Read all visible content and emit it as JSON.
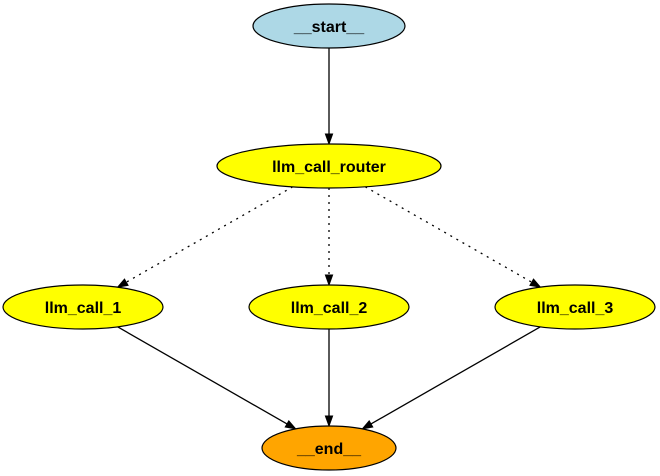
{
  "diagram": {
    "nodes": [
      {
        "id": "start",
        "label": "__start__",
        "fill": "#add8e6"
      },
      {
        "id": "router",
        "label": "llm_call_router",
        "fill": "#ffff00"
      },
      {
        "id": "call1",
        "label": "llm_call_1",
        "fill": "#ffff00"
      },
      {
        "id": "call2",
        "label": "llm_call_2",
        "fill": "#ffff00"
      },
      {
        "id": "call3",
        "label": "llm_call_3",
        "fill": "#ffff00"
      },
      {
        "id": "end",
        "label": "__end__",
        "fill": "#ffa500"
      }
    ],
    "edges": [
      {
        "from": "start",
        "to": "router",
        "style": "solid"
      },
      {
        "from": "router",
        "to": "call1",
        "style": "dotted"
      },
      {
        "from": "router",
        "to": "call2",
        "style": "dotted"
      },
      {
        "from": "router",
        "to": "call3",
        "style": "dotted"
      },
      {
        "from": "call1",
        "to": "end",
        "style": "solid"
      },
      {
        "from": "call2",
        "to": "end",
        "style": "solid"
      },
      {
        "from": "call3",
        "to": "end",
        "style": "solid"
      }
    ]
  }
}
